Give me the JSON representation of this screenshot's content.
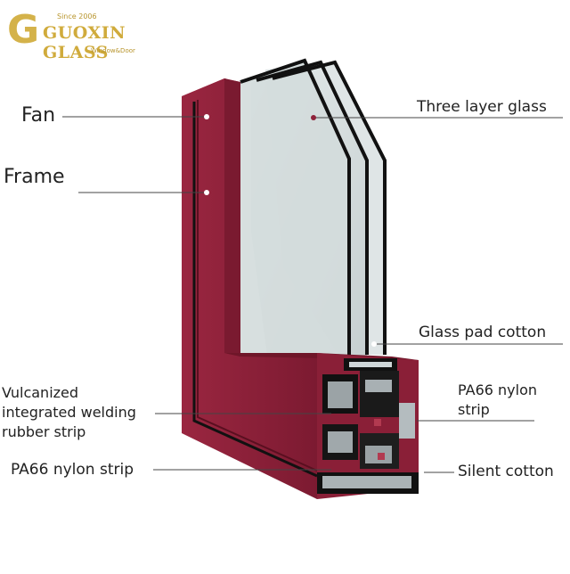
{
  "logo": {
    "mark": "G",
    "since": "Since 2006",
    "brand": "GUOXIN GLASS",
    "tagline": "Window&Door"
  },
  "labels": {
    "fan": "Fan",
    "frame": "Frame",
    "three_layer_glass": "Three layer glass",
    "glass_pad_cotton": "Glass pad cotton",
    "vulcanized_strip": "Vulcanized\nintegrated welding\nrubber strip",
    "pa66_nylon_strip_right": "PA66 nylon\nstrip",
    "pa66_nylon_strip_left": "PA66 nylon strip",
    "silent_cotton": "Silent cotton"
  },
  "colors": {
    "profile": "#8e2139",
    "profile_dark": "#6d1529",
    "profile_light": "#a53650",
    "glass": "#cfd8da",
    "brand_gold": "#d0ab3c"
  }
}
